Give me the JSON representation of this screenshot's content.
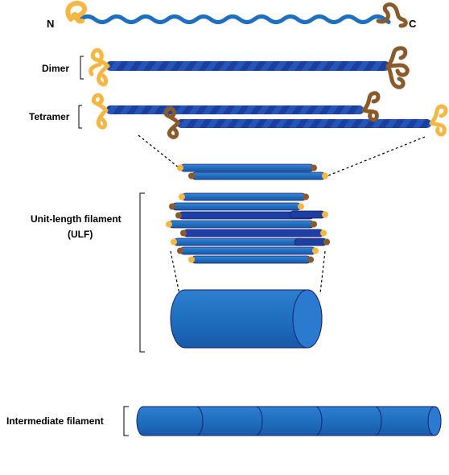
{
  "labels": {
    "n_terminus": "N",
    "c_terminus": "C",
    "dimer": "Dimer",
    "tetramer": "Tetramer",
    "ulf_line1": "Unit-length filament",
    "ulf_line2": "(ULF)",
    "intermediate_filament": "Intermediate filament"
  },
  "colors": {
    "rod": "#1f6fc0",
    "rod_dark": "#1c3f9e",
    "head_n": "#f5b642",
    "tail_c": "#8b5a2b",
    "outline": "#1a1f6e"
  }
}
